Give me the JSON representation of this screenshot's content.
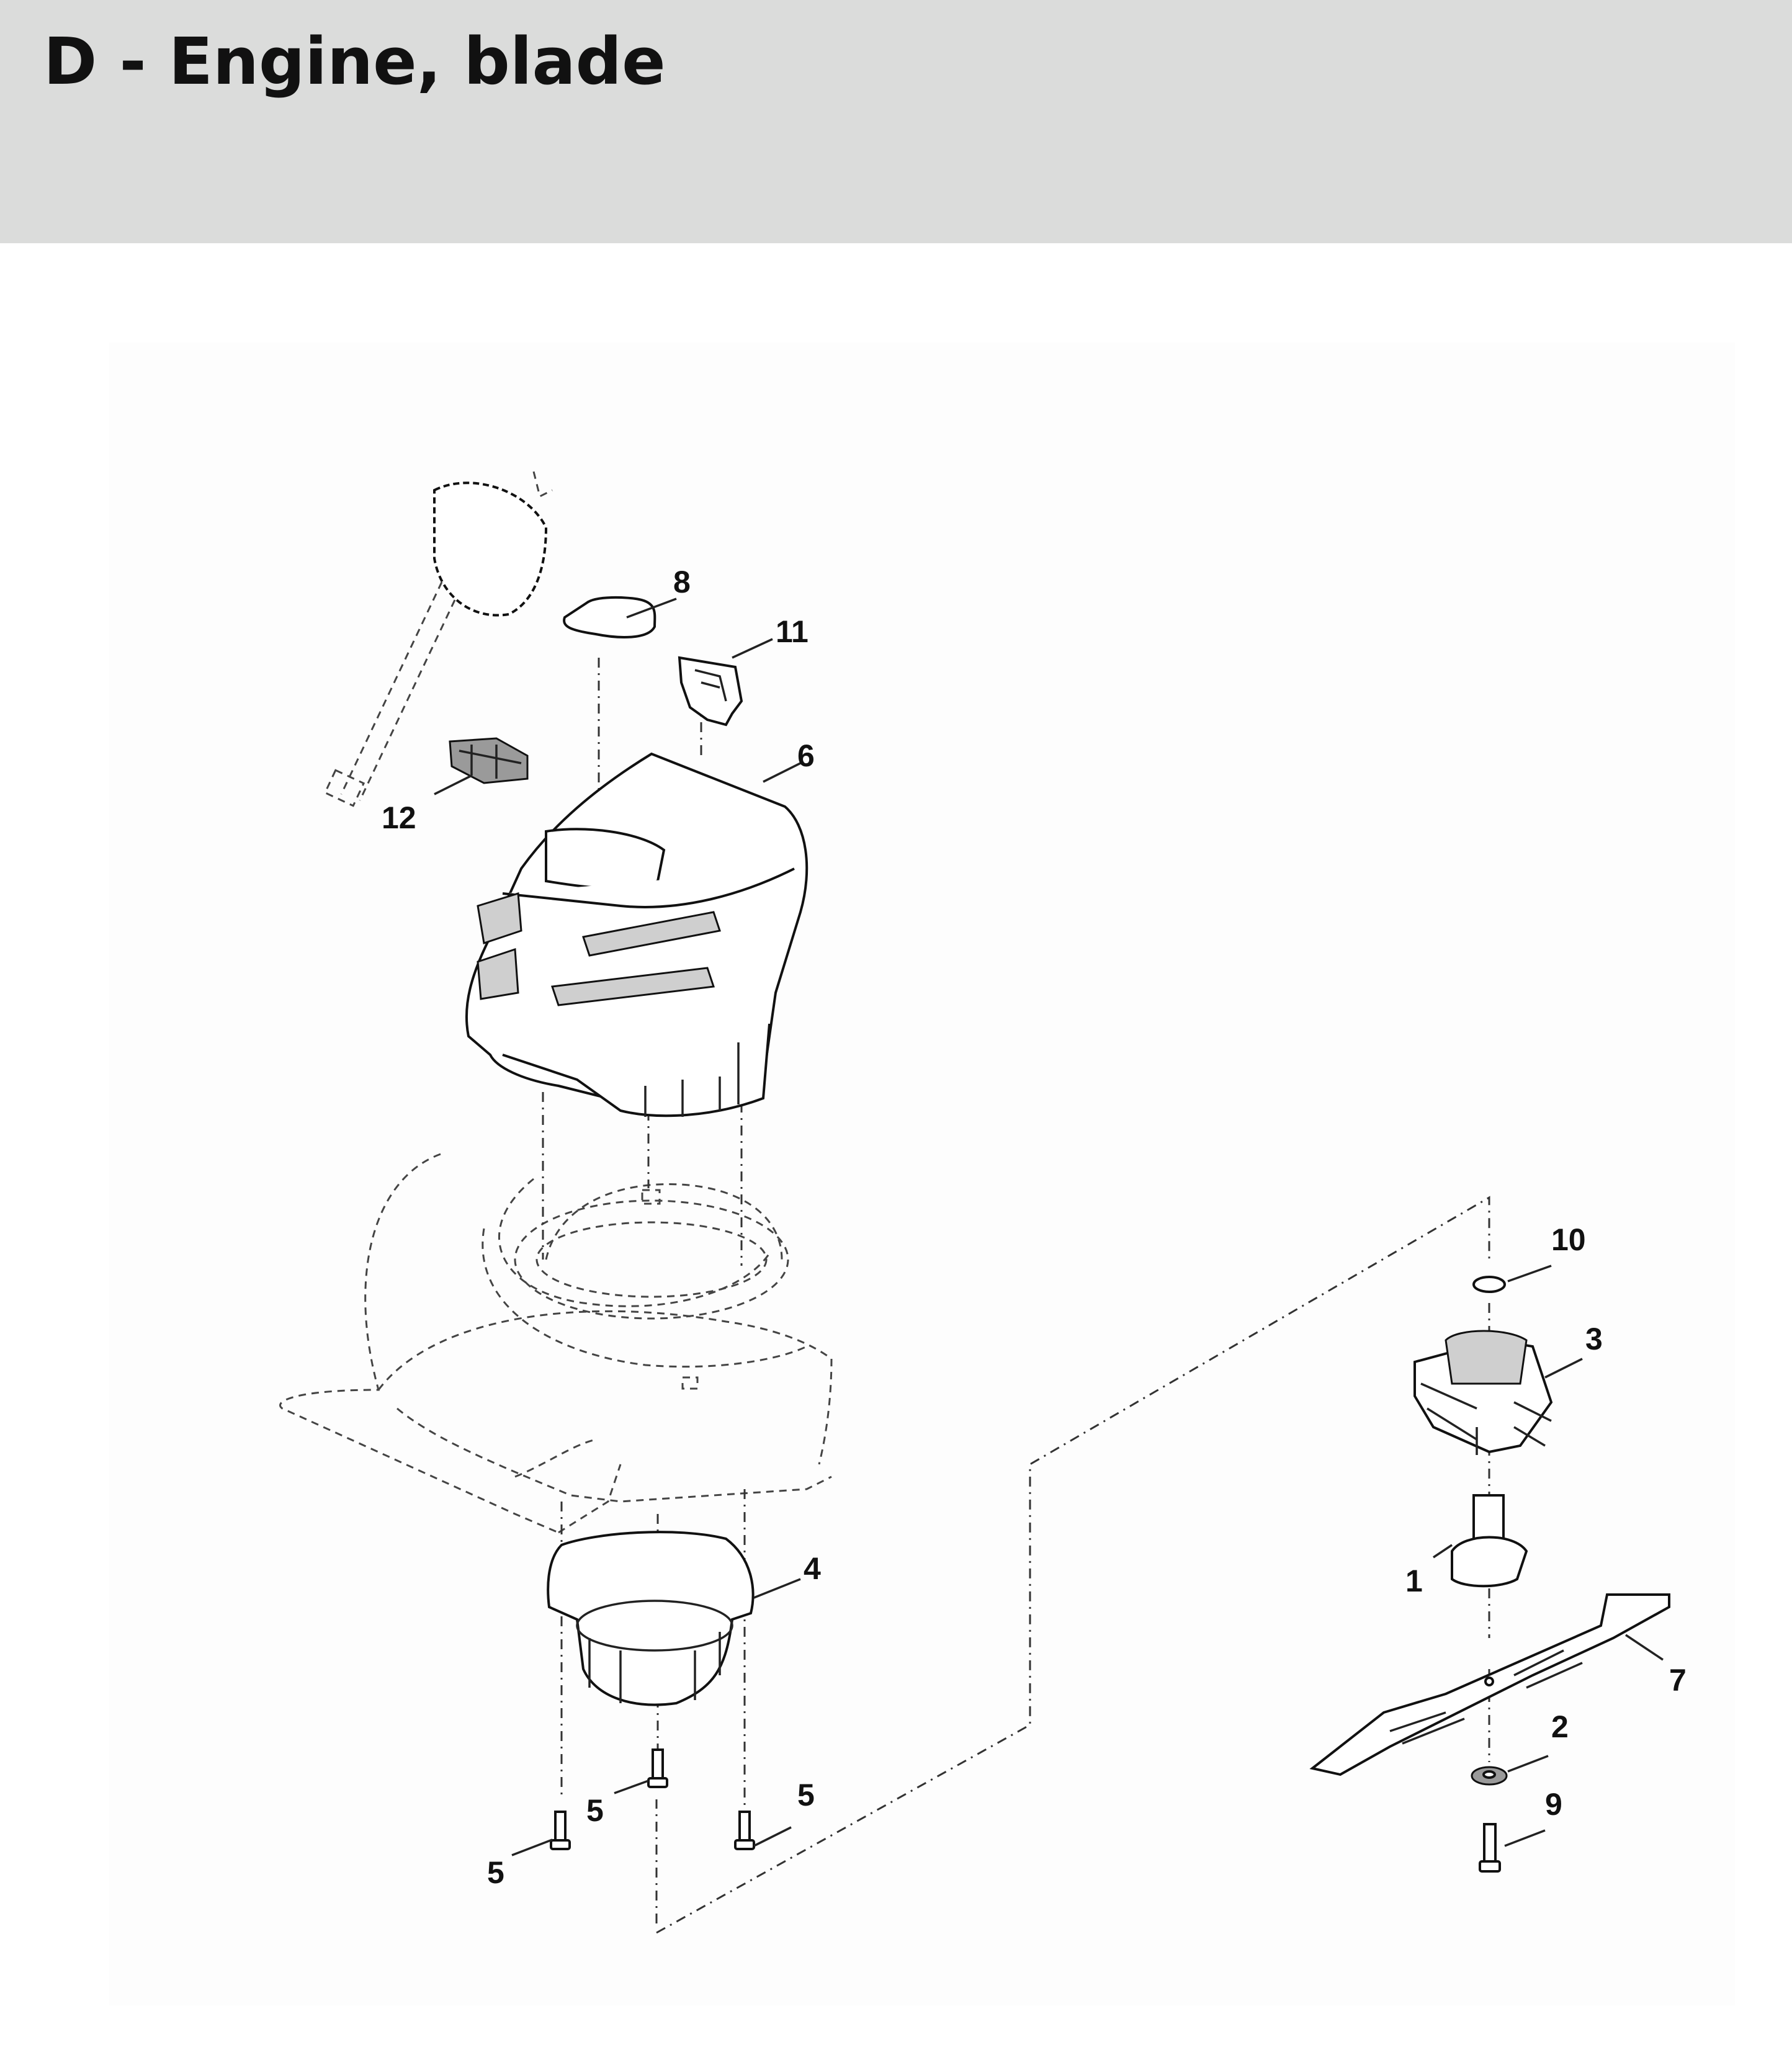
{
  "page": {
    "title": "D - Engine, blade"
  },
  "callouts": [
    {
      "id": "c1",
      "label": "1"
    },
    {
      "id": "c2",
      "label": "2"
    },
    {
      "id": "c3",
      "label": "3"
    },
    {
      "id": "c4",
      "label": "4"
    },
    {
      "id": "c5a",
      "label": "5"
    },
    {
      "id": "c5b",
      "label": "5"
    },
    {
      "id": "c5c",
      "label": "5"
    },
    {
      "id": "c6",
      "label": "6"
    },
    {
      "id": "c7",
      "label": "7"
    },
    {
      "id": "c8",
      "label": "8"
    },
    {
      "id": "c9",
      "label": "9"
    },
    {
      "id": "c10",
      "label": "10"
    },
    {
      "id": "c11",
      "label": "11"
    },
    {
      "id": "c12",
      "label": "12"
    }
  ]
}
